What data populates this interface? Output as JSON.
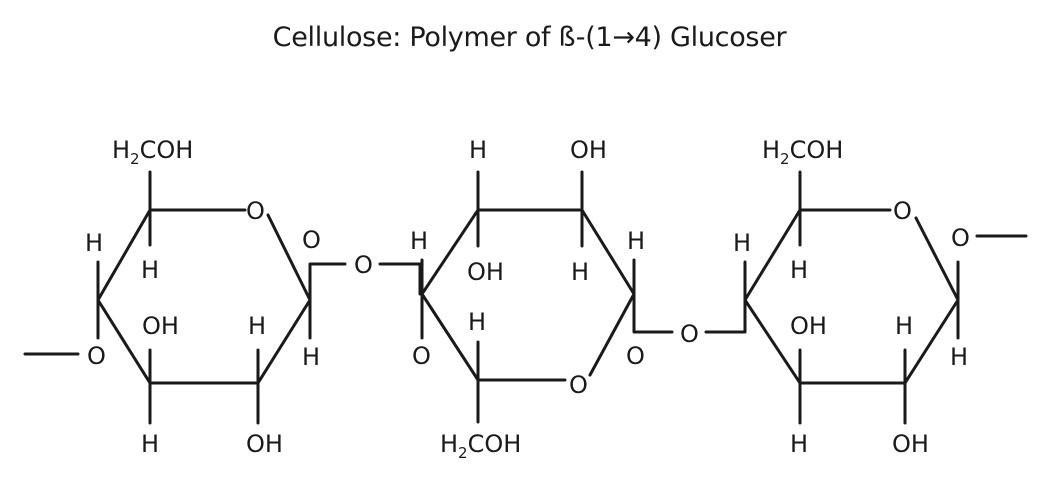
{
  "title": "Cellulose: Polymer of ß-(1→4) Glucoser",
  "labels": {
    "h": "H",
    "oh": "OH",
    "o": "O",
    "ch2oh_prefix": "H",
    "ch2oh_sub": "2",
    "ch2oh_suffix": "COH"
  }
}
